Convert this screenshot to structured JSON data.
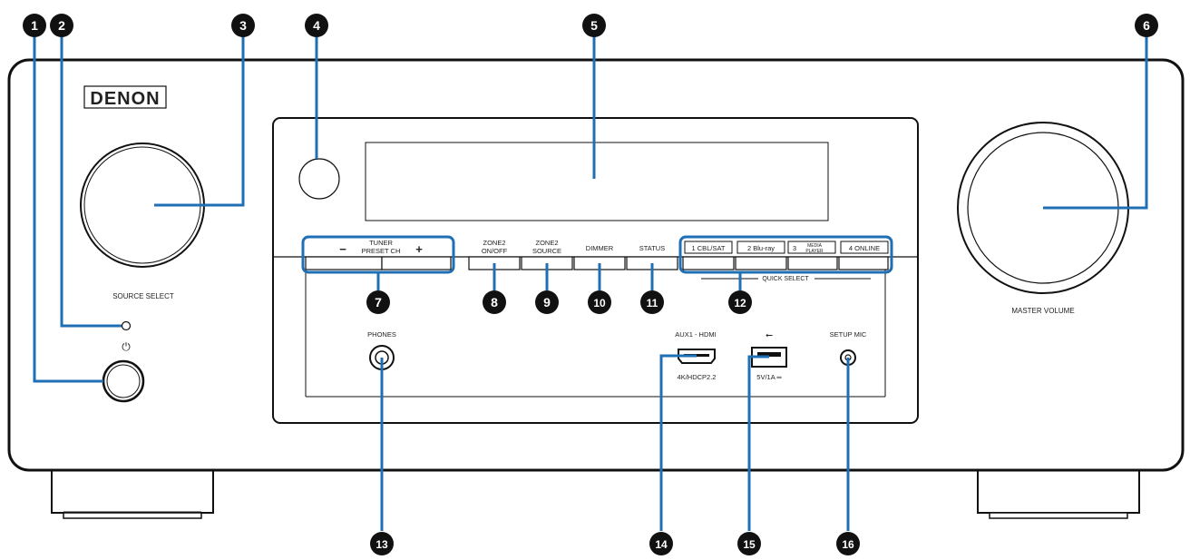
{
  "brand": "DENON",
  "colors": {
    "callout": "#1f6fb5",
    "marker": "#111111",
    "line": "#111111"
  },
  "callouts": {
    "n1": "1",
    "n2": "2",
    "n3": "3",
    "n4": "4",
    "n5": "5",
    "n6": "6",
    "n7": "7",
    "n8": "8",
    "n9": "9",
    "n10": "10",
    "n11": "11",
    "n12": "12",
    "n13": "13",
    "n14": "14",
    "n15": "15",
    "n16": "16"
  },
  "labels": {
    "source_select": "SOURCE SELECT",
    "master_volume": "MASTER VOLUME",
    "tuner": "TUNER",
    "preset_ch": "PRESET CH",
    "minus": "−",
    "plus": "+",
    "zone2_onoff_l1": "ZONE2",
    "zone2_onoff_l2": "ON/OFF",
    "zone2_source_l1": "ZONE2",
    "zone2_source_l2": "SOURCE",
    "dimmer": "DIMMER",
    "status": "STATUS",
    "qs1": "1  CBL/SAT",
    "qs2": "2  Blu-ray",
    "qs3_num": "3",
    "qs3_l1": "MEDIA",
    "qs3_l2": "PLAYER",
    "qs4": "4  ONLINE",
    "quick_select": "QUICK SELECT",
    "phones": "PHONES",
    "aux1_hdmi": "AUX1 - HDMI",
    "hdcp": "4K/HDCP2.2",
    "usb_rating": "5V/1A ═",
    "setup_mic": "SETUP MIC",
    "power_symbol": "⏻"
  }
}
